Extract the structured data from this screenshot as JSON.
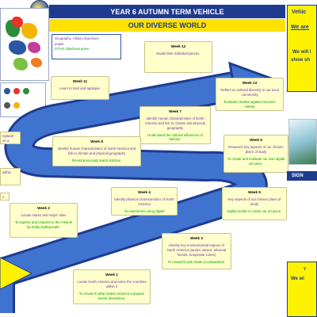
{
  "header": {
    "title": "YEAR 6 AUTUMN TERM VEHICLE",
    "subtitle": "OUR DIVERSE WORLD"
  },
  "legend": {
    "line1": "Geography, History objectives.",
    "line2": "purple",
    "line3": "DT/Art objectives green"
  },
  "right_panel": {
    "top_a": "Vehic",
    "top_b": "We are",
    "top_c": "We will l",
    "top_d": "show sh",
    "sign_label": "SIGN",
    "bottom_a": "Y",
    "bottom_b": "We wi"
  },
  "partials": {
    "left_a": "ngitude on a",
    "left_b": "within",
    "left_c": "s"
  },
  "weeks": [
    {
      "id": "week-1",
      "title": "Week 1",
      "obj1": "Locate North America and name the countries within it",
      "obj2": "To research what makes America a popular tourist destination."
    },
    {
      "id": "week-2",
      "title": "Week 2",
      "obj1": "Locate states and major cities",
      "obj2": "To explore and respond to the Artwork by Emily Dobbyneath."
    },
    {
      "id": "week-3",
      "title": "Week 3",
      "obj1": "Identify key environmental regions of North America (tundra, desert, arboreal forests, temperate zones)",
      "obj2": "To research and create a composition."
    },
    {
      "id": "week-4",
      "title": "Week 4",
      "obj1": "Identify physical characteristics of North America",
      "obj2": "To experiment using digital"
    },
    {
      "id": "week-5",
      "title": "Week 5",
      "obj1": "Key aspects of our chosen place of study",
      "obj2": "Digital media to create our art piece."
    },
    {
      "id": "week-6",
      "title": "Week 6",
      "obj1": "Research key aspects of our chosen place of study",
      "obj2": "To create and evaluate our own digital art piece."
    },
    {
      "id": "week-7",
      "title": "Week 7",
      "obj1": "Identify human characteristics of North America and link to climate and physical geography",
      "obj2": "Understand the cultural influences of fashion."
    },
    {
      "id": "week-8",
      "title": "Week 8",
      "obj1": "Identify human characteristics of North America and link to climate and physical geography",
      "obj2": "Revisit previously learnt stitches."
    },
    {
      "id": "week-11",
      "title": "Week 11",
      "obj1": "Learn to tack and appliqué.",
      "obj2": ""
    },
    {
      "id": "week-12",
      "title": "Week 12",
      "obj1": "Model their individual pieces.",
      "obj2": ""
    },
    {
      "id": "week-13",
      "title": "Week 13",
      "obj1": "Reflect on cultural diversity in our local community",
      "obj2": "Evaluate creation against success criteria"
    }
  ],
  "colors": {
    "navy": "#1f3b8f",
    "yellow": "#fff200",
    "road": "#3566c2",
    "bubble": "#ffffcc",
    "purple": "#7030a0",
    "green": "#00a000"
  }
}
